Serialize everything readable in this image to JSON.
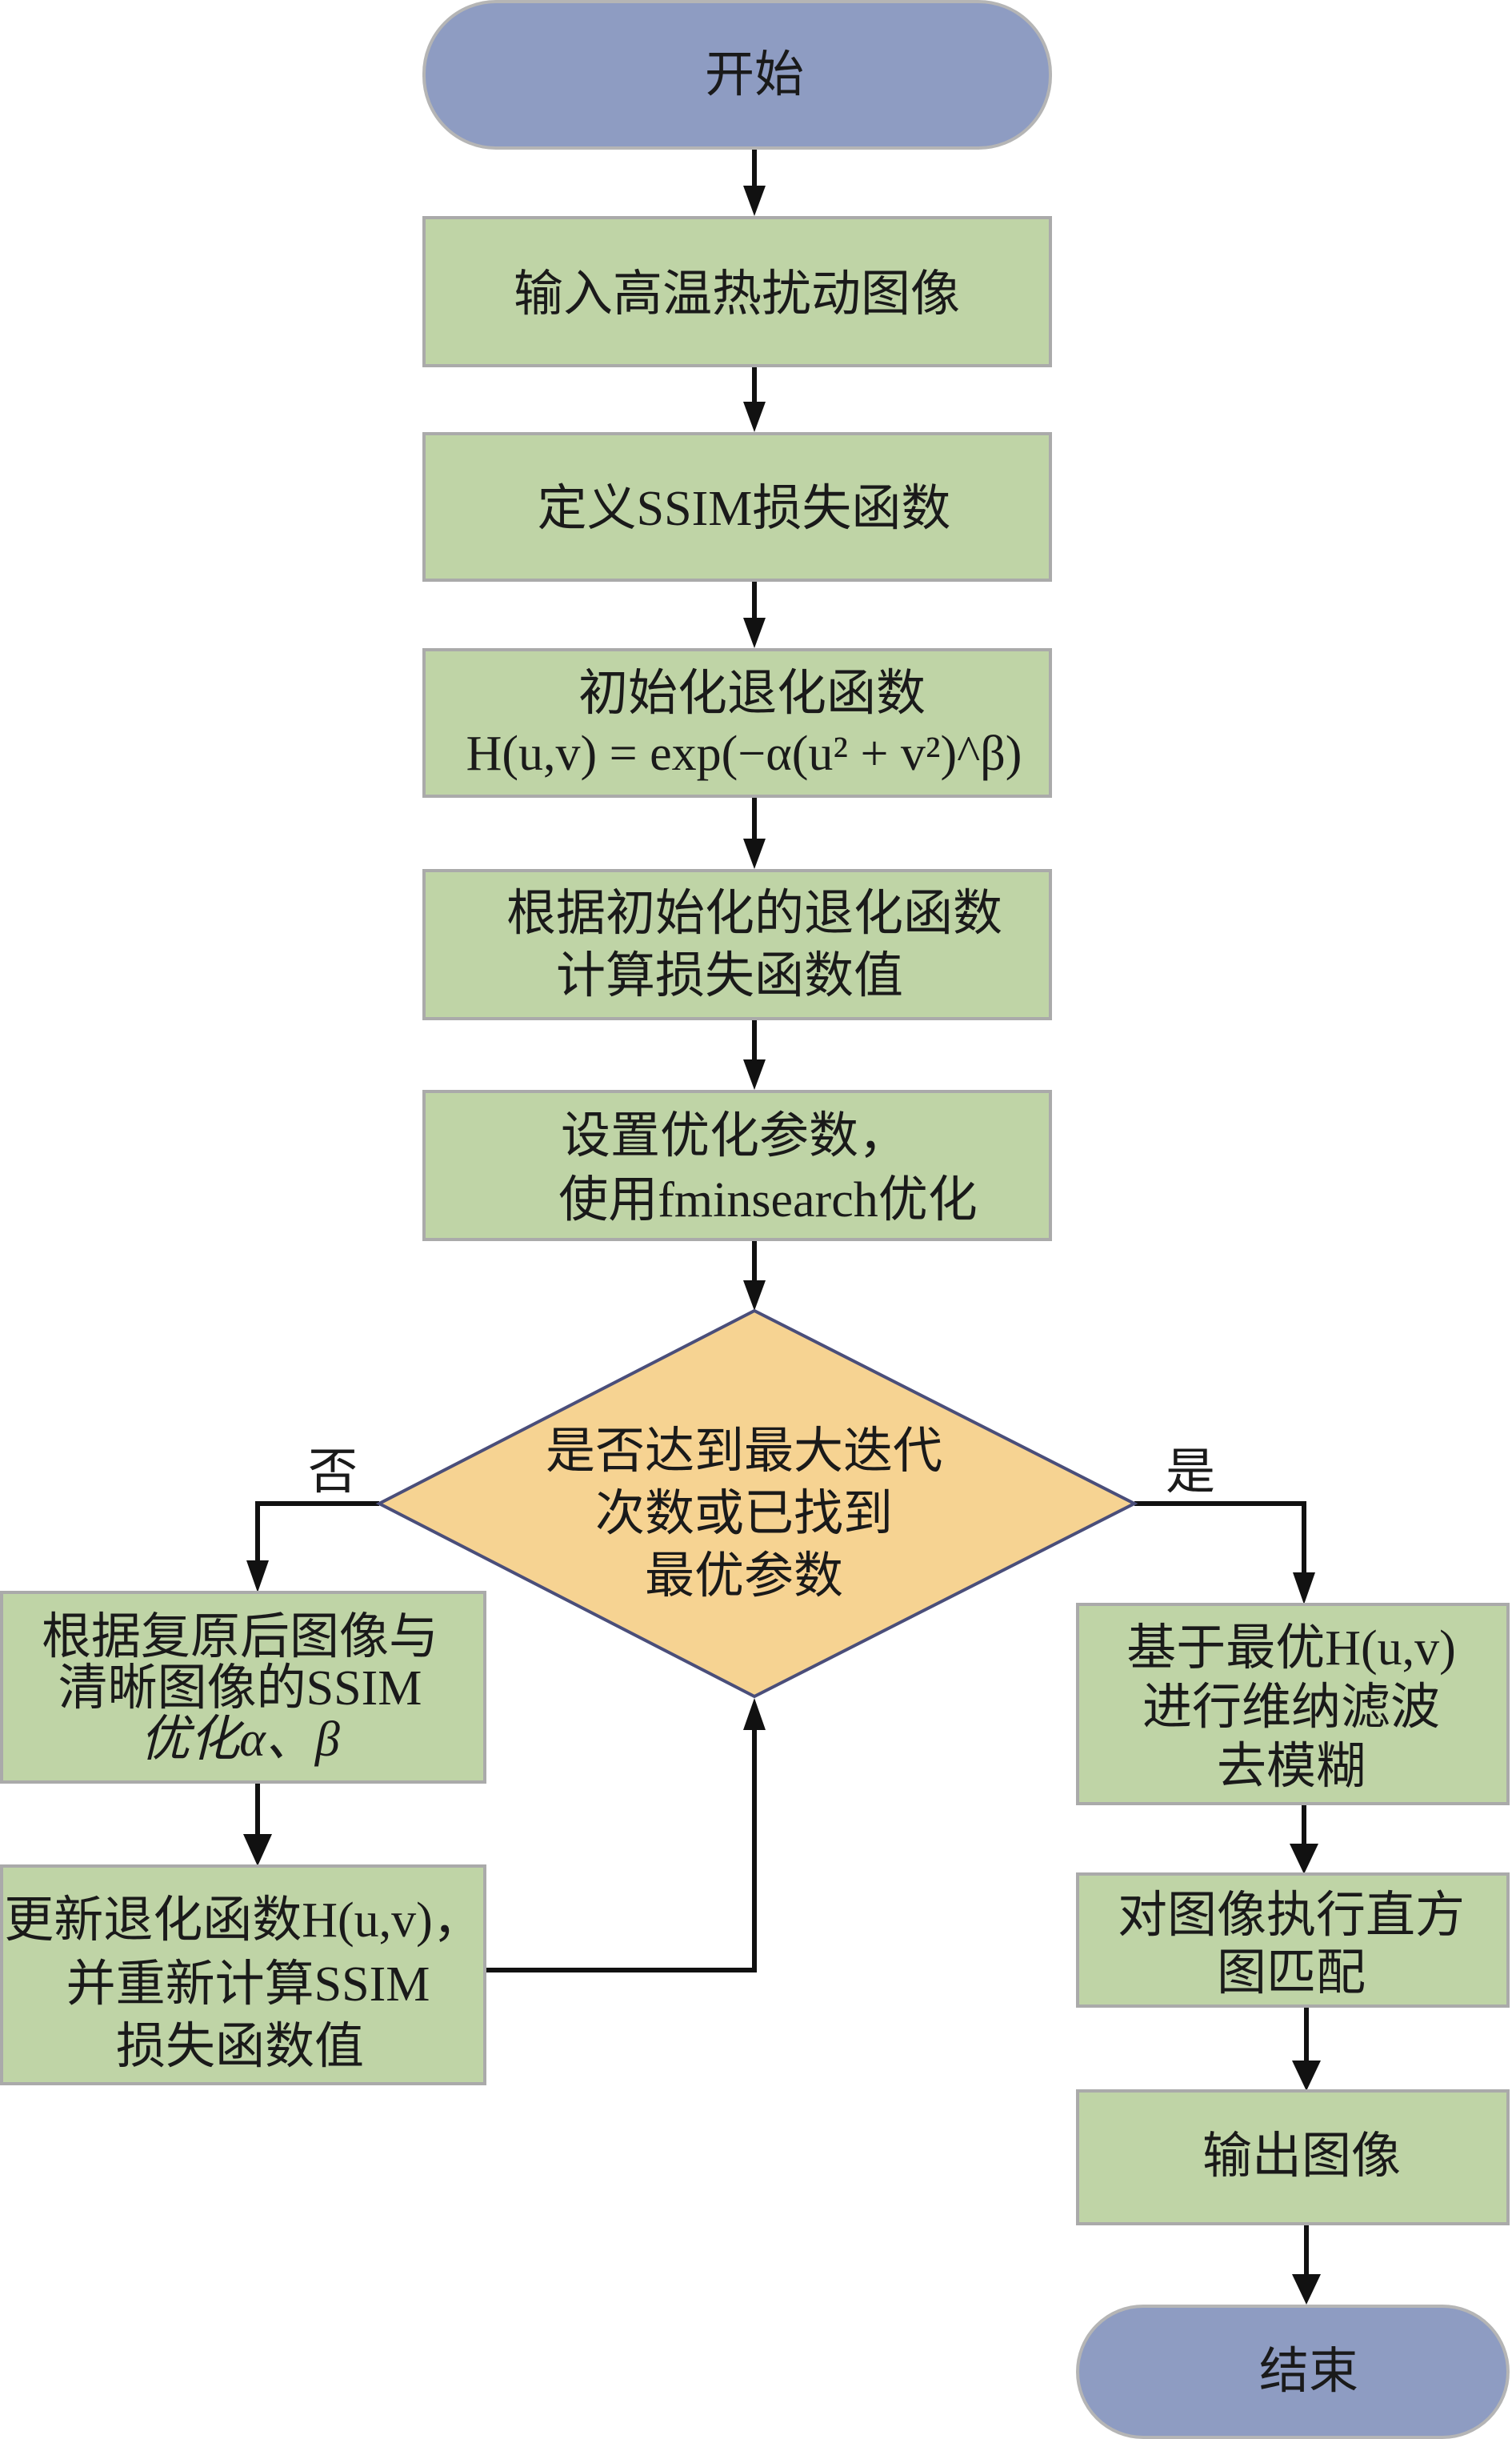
{
  "title": "Flowchart: SSIM-optimized Wiener deblurring of high-temperature thermal disturbance images",
  "colors": {
    "terminal": "#8e9cc2",
    "process": "#bfd4a6",
    "decision": "#f6d392",
    "arrow": "#111111"
  },
  "nodes": {
    "start": {
      "lines": [
        "开始"
      ]
    },
    "input": {
      "lines": [
        "输入高温热扰动图像"
      ]
    },
    "define_loss": {
      "lines": [
        "定义SSIM损失函数"
      ]
    },
    "init_degradation": {
      "lines": [
        "初始化退化函数",
        "H(u,v) = exp(−α(u² + v²)^β)"
      ]
    },
    "compute_loss": {
      "lines": [
        "根据初始化的退化函数",
        "计算损失函数值"
      ]
    },
    "set_params": {
      "lines": [
        "设置优化参数，",
        "使用fminsearch优化"
      ]
    },
    "decision": {
      "lines": [
        "是否达到最大迭代",
        "次数或已找到",
        "最优参数"
      ]
    },
    "optimize": {
      "lines": [
        "根据复原后图像与",
        "清晰图像的SSIM",
        "优化α、β"
      ]
    },
    "update": {
      "lines": [
        "更新退化函数H(u,v)，",
        "并重新计算SSIM",
        "损失函数值"
      ]
    },
    "wiener": {
      "lines": [
        "基于最优H(u,v)",
        "进行维纳滤波",
        "去模糊"
      ]
    },
    "histmatch": {
      "lines": [
        "对图像执行直方",
        "图匹配"
      ]
    },
    "output": {
      "lines": [
        "输出图像"
      ]
    },
    "end": {
      "lines": [
        "结束"
      ]
    }
  },
  "edge_labels": {
    "no": "否",
    "yes": "是"
  },
  "edges": [
    [
      "start",
      "input"
    ],
    [
      "input",
      "define_loss"
    ],
    [
      "define_loss",
      "init_degradation"
    ],
    [
      "init_degradation",
      "compute_loss"
    ],
    [
      "compute_loss",
      "set_params"
    ],
    [
      "set_params",
      "decision"
    ],
    [
      "decision",
      "optimize",
      "否"
    ],
    [
      "optimize",
      "update"
    ],
    [
      "update",
      "decision"
    ],
    [
      "decision",
      "wiener",
      "是"
    ],
    [
      "wiener",
      "histmatch"
    ],
    [
      "histmatch",
      "output"
    ],
    [
      "output",
      "end"
    ]
  ]
}
